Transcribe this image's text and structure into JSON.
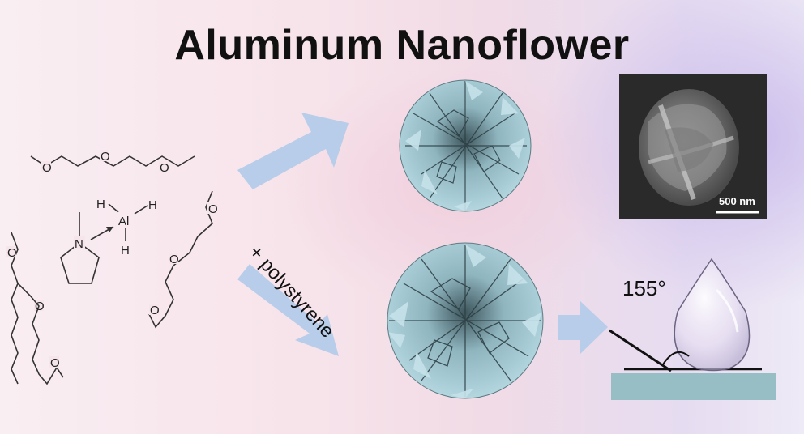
{
  "title": "Aluminum Nanoflower",
  "molecule": {
    "atom_O": "O",
    "atom_H": "H",
    "atom_Al": "Al",
    "atom_N": "N"
  },
  "additive_label": "+ polystyrene",
  "sem_scale_label": "500 nm",
  "contact_angle": "155°",
  "colors": {
    "arrow": "#b8cdea",
    "nanoflower": "#a8cdd8",
    "substrate": "#97bec4",
    "sem_bg": "#2a2a2a"
  }
}
